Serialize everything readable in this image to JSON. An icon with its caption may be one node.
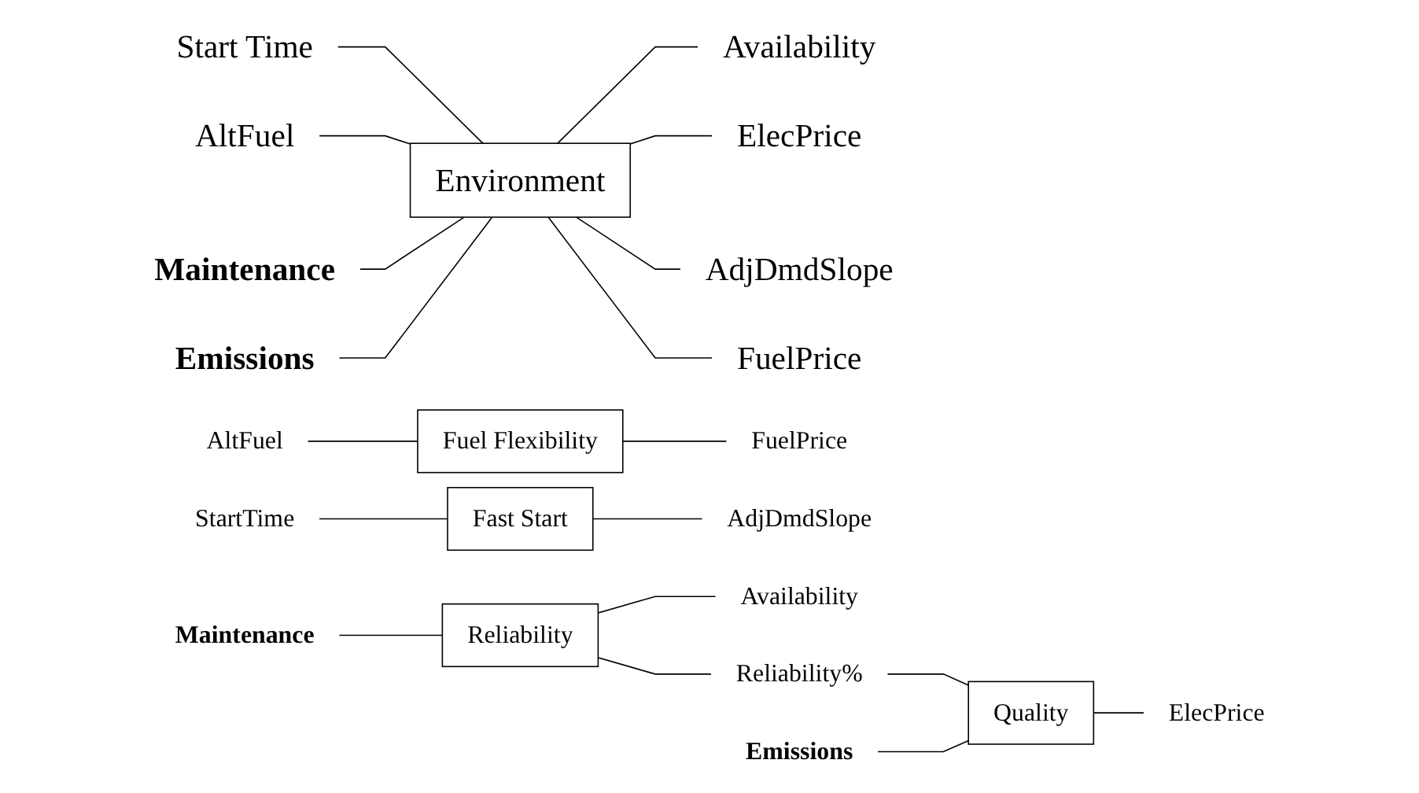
{
  "diagram": {
    "nodes": [
      {
        "text": [
          "Start Time"
        ]
      },
      {
        "text": [
          "AltFuel"
        ]
      },
      {
        "text": [
          "Maintenance"
        ]
      },
      {
        "text": [
          "Emissions"
        ]
      },
      {
        "text": [
          "Environment"
        ]
      },
      {
        "text": [
          "Availability"
        ]
      },
      {
        "text": [
          "ElecPrice"
        ]
      },
      {
        "text": [
          "AdjDmdSlope"
        ]
      },
      {
        "text": [
          "FuelPrice"
        ]
      },
      {
        "text": [
          "AltFuel"
        ]
      },
      {
        "text": [
          "Fuel Flexibility"
        ]
      },
      {
        "text": [
          "FuelPrice"
        ]
      },
      {
        "text": [
          "StartTime"
        ]
      },
      {
        "text": [
          "Fast Start"
        ]
      },
      {
        "text": [
          "AdjDmdSlope"
        ]
      },
      {
        "text": [
          "Maintenance"
        ]
      },
      {
        "text": [
          "Reliability"
        ]
      },
      {
        "text": [
          "Availability"
        ]
      },
      {
        "text": [
          "Reliability%"
        ]
      },
      {
        "text": [
          "Quality"
        ]
      },
      {
        "text": [
          "ElecPrice"
        ]
      },
      {
        "text": [
          "Emissions"
        ]
      }
    ],
    "edges": [
      {
        "from": 0,
        "to": 4,
        "arrow": "none"
      },
      {
        "from": 1,
        "to": 4,
        "arrow": "none"
      },
      {
        "from": 2,
        "to": 4,
        "arrow": "none"
      },
      {
        "from": 3,
        "to": 4,
        "arrow": "none"
      },
      {
        "from": 4,
        "to": 5,
        "arrow": "none"
      },
      {
        "from": 4,
        "to": 6,
        "arrow": "none"
      },
      {
        "from": 4,
        "to": 7,
        "arrow": "none"
      },
      {
        "from": 4,
        "to": 8,
        "arrow": "none"
      },
      {
        "from": 9,
        "to": 10,
        "arrow": "none"
      },
      {
        "from": 10,
        "to": 11,
        "arrow": "none"
      },
      {
        "from": 12,
        "to": 13,
        "arrow": "none"
      },
      {
        "from": 13,
        "to": 14,
        "arrow": "none"
      },
      {
        "from": 15,
        "to": 16,
        "arrow": "none"
      },
      {
        "from": 16,
        "to": 17,
        "arrow": "none"
      },
      {
        "from": 16,
        "to": 18,
        "arrow": "none"
      },
      {
        "from": 18,
        "to": 19,
        "arrow": "none"
      },
      {
        "from": 21,
        "to": 19,
        "arrow": "none"
      },
      {
        "from": 19,
        "to": 20,
        "arrow": "none"
      }
    ]
  }
}
